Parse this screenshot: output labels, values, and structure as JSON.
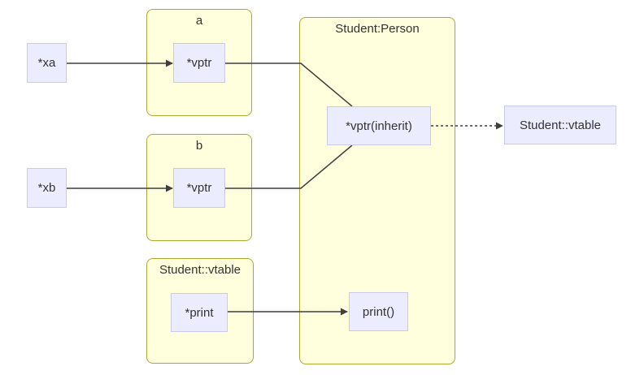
{
  "diagram": {
    "type": "flowchart",
    "background": "#ffffff",
    "colors": {
      "node_fill": "#ececff",
      "node_border": "#c9c9f2",
      "cluster_fill": "#ffffde",
      "cluster_border": "#aaaa33",
      "edge": "#3f3f3f",
      "text": "#333333"
    },
    "clusters": {
      "a": {
        "label": "a"
      },
      "b": {
        "label": "b"
      },
      "student_vtable": {
        "label": "Student::vtable"
      },
      "student_person": {
        "label": "Student:Person"
      }
    },
    "nodes": {
      "xa": {
        "label": "*xa"
      },
      "vptr_a": {
        "label": "*vptr"
      },
      "xb": {
        "label": "*xb"
      },
      "vptr_b": {
        "label": "*vptr"
      },
      "vptr_inherit": {
        "label": "*vptr(inherit)"
      },
      "student_vtable_node": {
        "label": "Student::vtable"
      },
      "print_ptr": {
        "label": "*print"
      },
      "print_fn": {
        "label": "print()"
      }
    },
    "edges": [
      {
        "from": "xa",
        "to": "vptr_a",
        "style": "solid",
        "arrow": true
      },
      {
        "from": "xb",
        "to": "vptr_b",
        "style": "solid",
        "arrow": true
      },
      {
        "from": "vptr_a",
        "to": "vptr_inherit",
        "style": "solid",
        "arrow": false
      },
      {
        "from": "vptr_b",
        "to": "vptr_inherit",
        "style": "solid",
        "arrow": false
      },
      {
        "from": "vptr_inherit",
        "to": "student_vtable_node",
        "style": "dotted",
        "arrow": true
      },
      {
        "from": "print_ptr",
        "to": "print_fn",
        "style": "solid",
        "arrow": true
      }
    ]
  }
}
